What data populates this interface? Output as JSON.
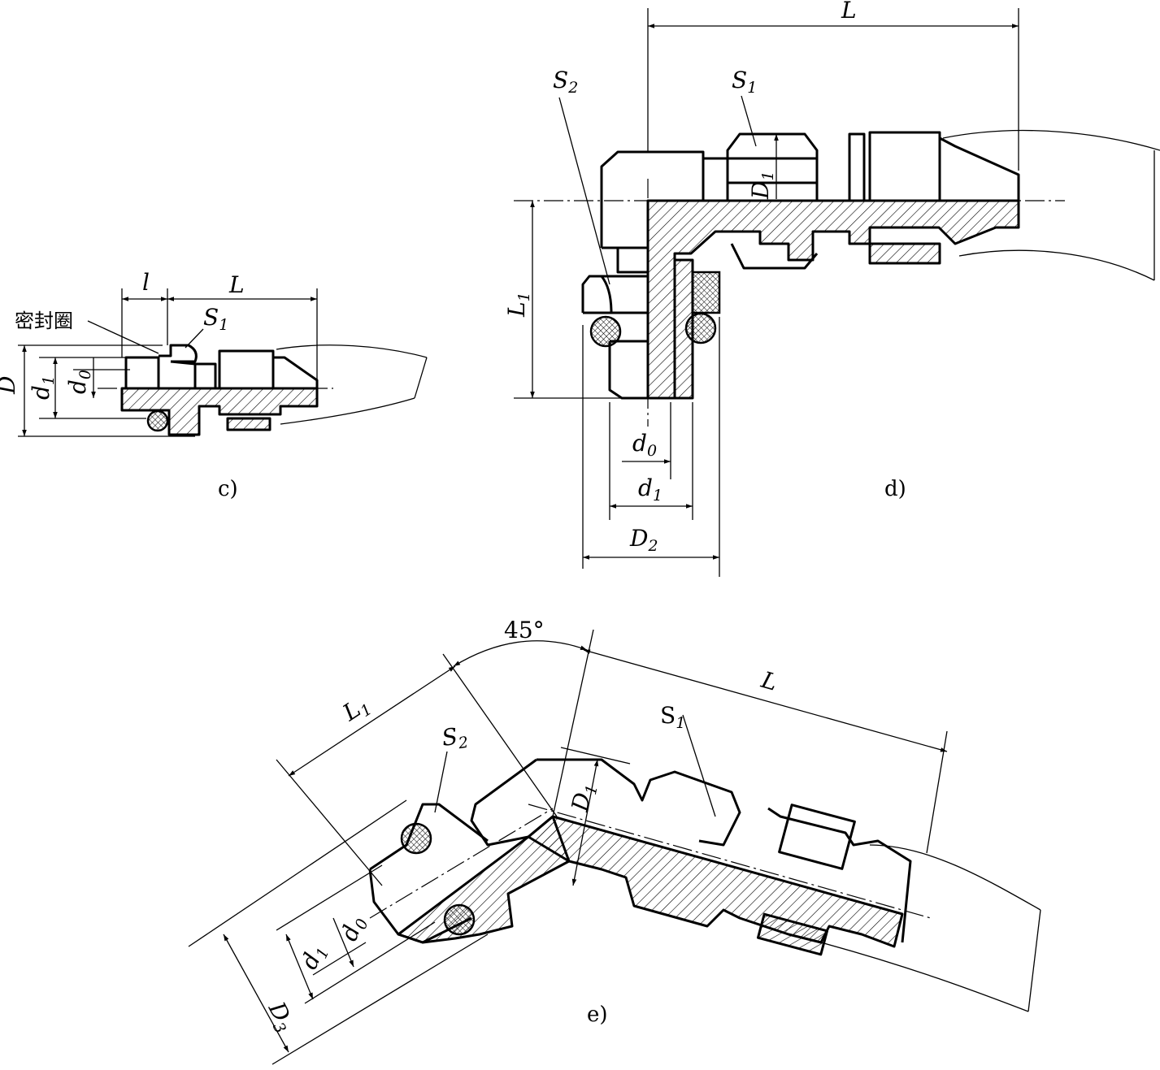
{
  "views": {
    "c": {
      "caption": "c)",
      "seal_label": "密封圈",
      "dims": {
        "l": "l",
        "L": "L",
        "S": "S",
        "S_sub": "1",
        "D": "D",
        "d1": "d",
        "d1_sub": "1",
        "d0": "d",
        "d0_sub": "0"
      }
    },
    "d": {
      "caption": "d)",
      "dims": {
        "L": "L",
        "S1": "S",
        "S1_sub": "1",
        "S2": "S",
        "S2_sub": "2",
        "D1": "D",
        "D1_sub": "1",
        "L1": "L",
        "L1_sub": "1",
        "d0": "d",
        "d0_sub": "0",
        "d1": "d",
        "d1_sub": "1",
        "D2": "D",
        "D2_sub": "2"
      }
    },
    "e": {
      "caption": "e)",
      "angle": "45°",
      "dims": {
        "L": "L",
        "L1": "L",
        "L1_sub": "1",
        "S1": "S",
        "S1_sub": "1",
        "S2": "S",
        "S2_sub": "2",
        "D1": "D",
        "D1_sub": "1",
        "d0": "d",
        "d0_sub": "0",
        "d1": "d",
        "d1_sub": "1",
        "D3": "D",
        "D3_sub": "3"
      }
    }
  }
}
